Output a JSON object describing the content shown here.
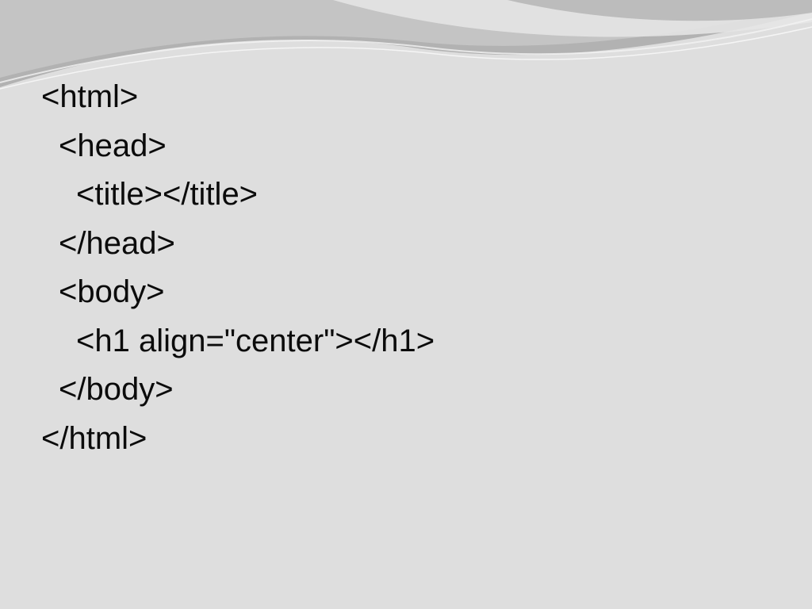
{
  "slide": {
    "background_color": "#dedede",
    "lines": [
      {
        "text": "<html>",
        "indent": 0
      },
      {
        "text": "<head>",
        "indent": 1
      },
      {
        "text": "<title></title>",
        "indent": 2
      },
      {
        "text": "</head>",
        "indent": 1
      },
      {
        "text": "<body>",
        "indent": 1
      },
      {
        "text": "<h1 align=\"center\"></h1>",
        "indent": 2
      },
      {
        "text": "</body>",
        "indent": 1
      },
      {
        "text": "</html>",
        "indent": 0
      }
    ]
  }
}
